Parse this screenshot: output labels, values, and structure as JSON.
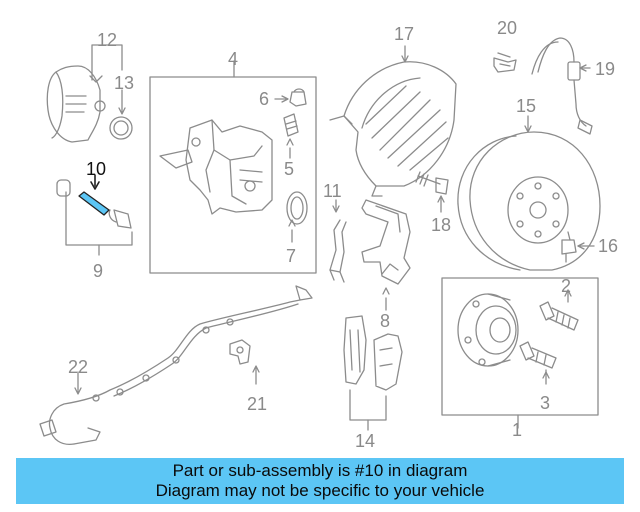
{
  "diagram": {
    "callouts": [
      "1",
      "2",
      "3",
      "4",
      "5",
      "6",
      "7",
      "8",
      "9",
      "10",
      "11",
      "12",
      "13",
      "14",
      "15",
      "16",
      "17",
      "18",
      "19",
      "20",
      "21",
      "22"
    ],
    "highlighted_callout": "10",
    "colors": {
      "line": "#8c8c8c",
      "highlight": "#5cc6f5",
      "highlight_text": "#111111"
    }
  },
  "caption": {
    "line1": "Part or sub-assembly is #10 in diagram",
    "line2": "Diagram may not be specific to your vehicle",
    "background": "#5cc6f5"
  }
}
